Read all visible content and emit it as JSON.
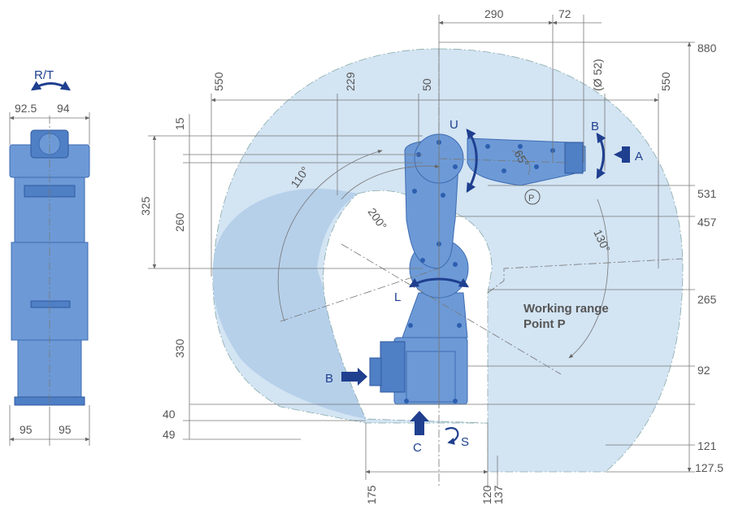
{
  "colors": {
    "range_light": "#d3e4f3",
    "range_dark": "#b6d0ea",
    "robot": "#6d9ad6",
    "arrow": "#1f3f8f"
  },
  "front_view": {
    "rotation_label": "R/T",
    "widths_top": [
      "92.5",
      "94"
    ],
    "widths_bottom": [
      "95",
      "95"
    ]
  },
  "side_view": {
    "top_dims": [
      "290",
      "72",
      "880"
    ],
    "vertical_top": [
      "550",
      "229",
      "50",
      "(Ø 52)",
      "550"
    ],
    "left_dims": [
      "15",
      "325",
      "260",
      "330",
      "40",
      "49"
    ],
    "right_dims": [
      "531",
      "457",
      "265",
      "92",
      "121",
      "127.5"
    ],
    "bottom_dims": [
      "175",
      "120",
      "137"
    ],
    "angles": [
      "110°",
      "200°",
      "65°",
      "130°"
    ],
    "joints": [
      "U",
      "B",
      "A",
      "L",
      "B",
      "C",
      "S"
    ],
    "point_marker": "P",
    "working_range": [
      "Working range",
      "Point P"
    ]
  }
}
